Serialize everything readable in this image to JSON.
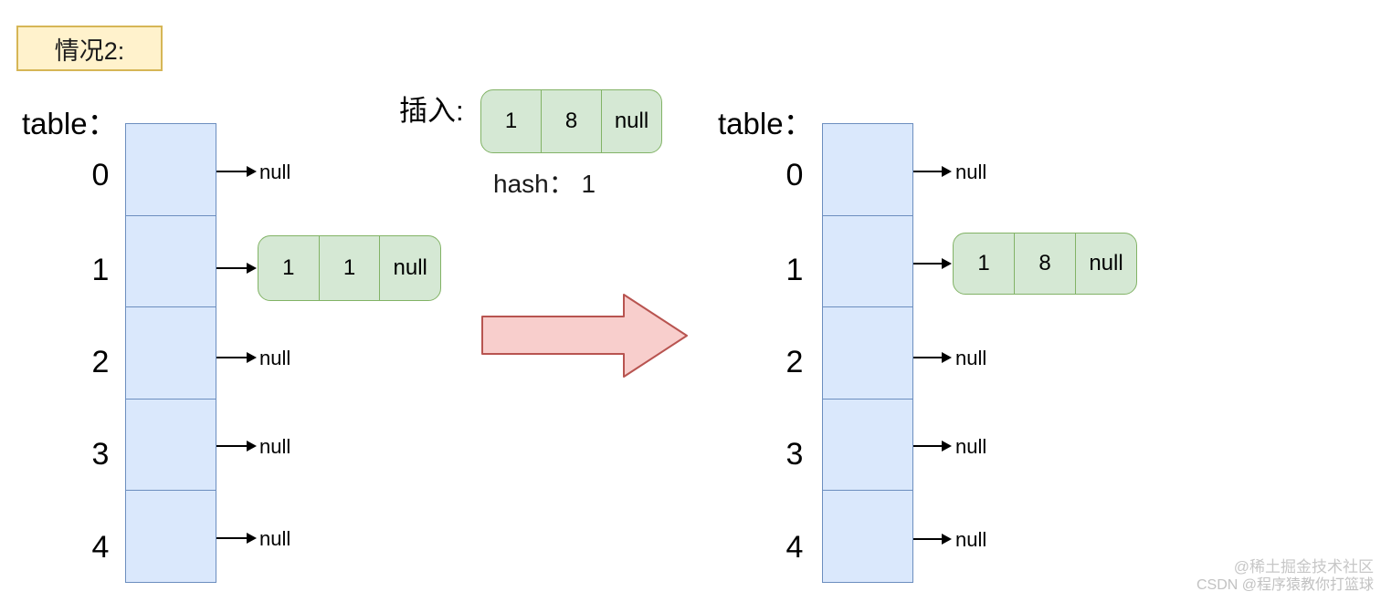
{
  "case_label": "情况2:",
  "insert": {
    "label": "插入:",
    "hash_label": "hash： 1",
    "node": {
      "key": "1",
      "value": "8",
      "next": "null"
    }
  },
  "transition_arrow": {
    "direction": "right"
  },
  "left_table": {
    "label": "table：",
    "rows": [
      {
        "index": "0",
        "pointer": "null"
      },
      {
        "index": "1",
        "pointer": ""
      },
      {
        "index": "2",
        "pointer": "null"
      },
      {
        "index": "3",
        "pointer": "null"
      },
      {
        "index": "4",
        "pointer": "null"
      }
    ],
    "node": {
      "key": "1",
      "value": "1",
      "next": "null"
    }
  },
  "right_table": {
    "label": "table：",
    "rows": [
      {
        "index": "0",
        "pointer": "null"
      },
      {
        "index": "1",
        "pointer": ""
      },
      {
        "index": "2",
        "pointer": "null"
      },
      {
        "index": "3",
        "pointer": "null"
      },
      {
        "index": "4",
        "pointer": "null"
      }
    ],
    "node": {
      "key": "1",
      "value": "8",
      "next": "null"
    }
  },
  "watermark": {
    "line1": "@稀土掘金技术社区",
    "line2": "CSDN @程序猿教你打篮球"
  },
  "colors": {
    "bucket_fill": "#dae8fc",
    "bucket_border": "#6c8ebf",
    "node_fill": "#d5e8d4",
    "node_border": "#82b366",
    "case_fill": "#fff2cc",
    "case_border": "#d6b656",
    "transition_arrow_fill": "#f8cecc",
    "transition_arrow_border": "#b85450"
  }
}
